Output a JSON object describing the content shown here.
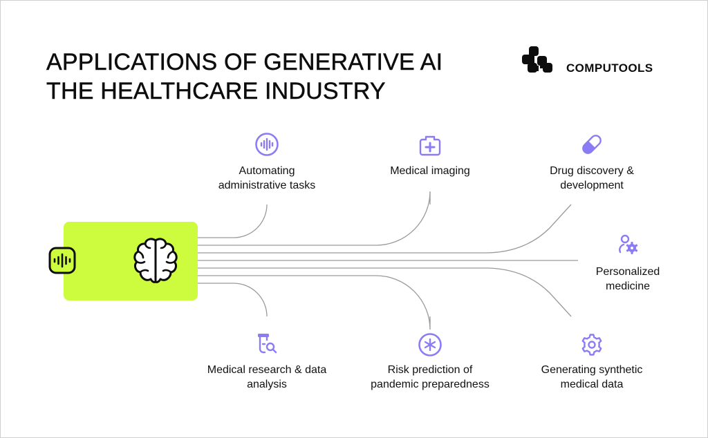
{
  "title": {
    "line1": "APPLICATIONS OF GENERATIVE AI",
    "line2": "THE HEALTHCARE INDUSTRY"
  },
  "brand": {
    "name": "COMPUTOOLS",
    "logo_icon": "computools-logo-icon"
  },
  "colors": {
    "hub_fill": "#cdfc3f",
    "icon_accent": "#8b7cf6",
    "connector_line": "#9a9a9a",
    "text": "#111111",
    "border": "#cfcfcf"
  },
  "hub": {
    "icons": [
      "voice-wave-icon",
      "brain-icon"
    ]
  },
  "applications": [
    {
      "id": "admin",
      "icon": "audio-wave-circle-icon",
      "label_line1": "Automating",
      "label_line2": "administrative tasks"
    },
    {
      "id": "imaging",
      "icon": "medical-kit-icon",
      "label_line1": "Medical imaging",
      "label_line2": ""
    },
    {
      "id": "drug",
      "icon": "pill-capsule-icon",
      "label_line1": "Drug discovery &",
      "label_line2": "development"
    },
    {
      "id": "personalized",
      "icon": "person-gear-icon",
      "label_line1": "Personalized",
      "label_line2": "medicine"
    },
    {
      "id": "research",
      "icon": "test-tube-search-icon",
      "label_line1": "Medical research & data",
      "label_line2": "analysis"
    },
    {
      "id": "risk",
      "icon": "asterisk-circle-icon",
      "label_line1": "Risk prediction of",
      "label_line2": "pandemic preparedness"
    },
    {
      "id": "synthetic",
      "icon": "gear-icon",
      "label_line1": "Generating synthetic",
      "label_line2": "medical data"
    }
  ]
}
